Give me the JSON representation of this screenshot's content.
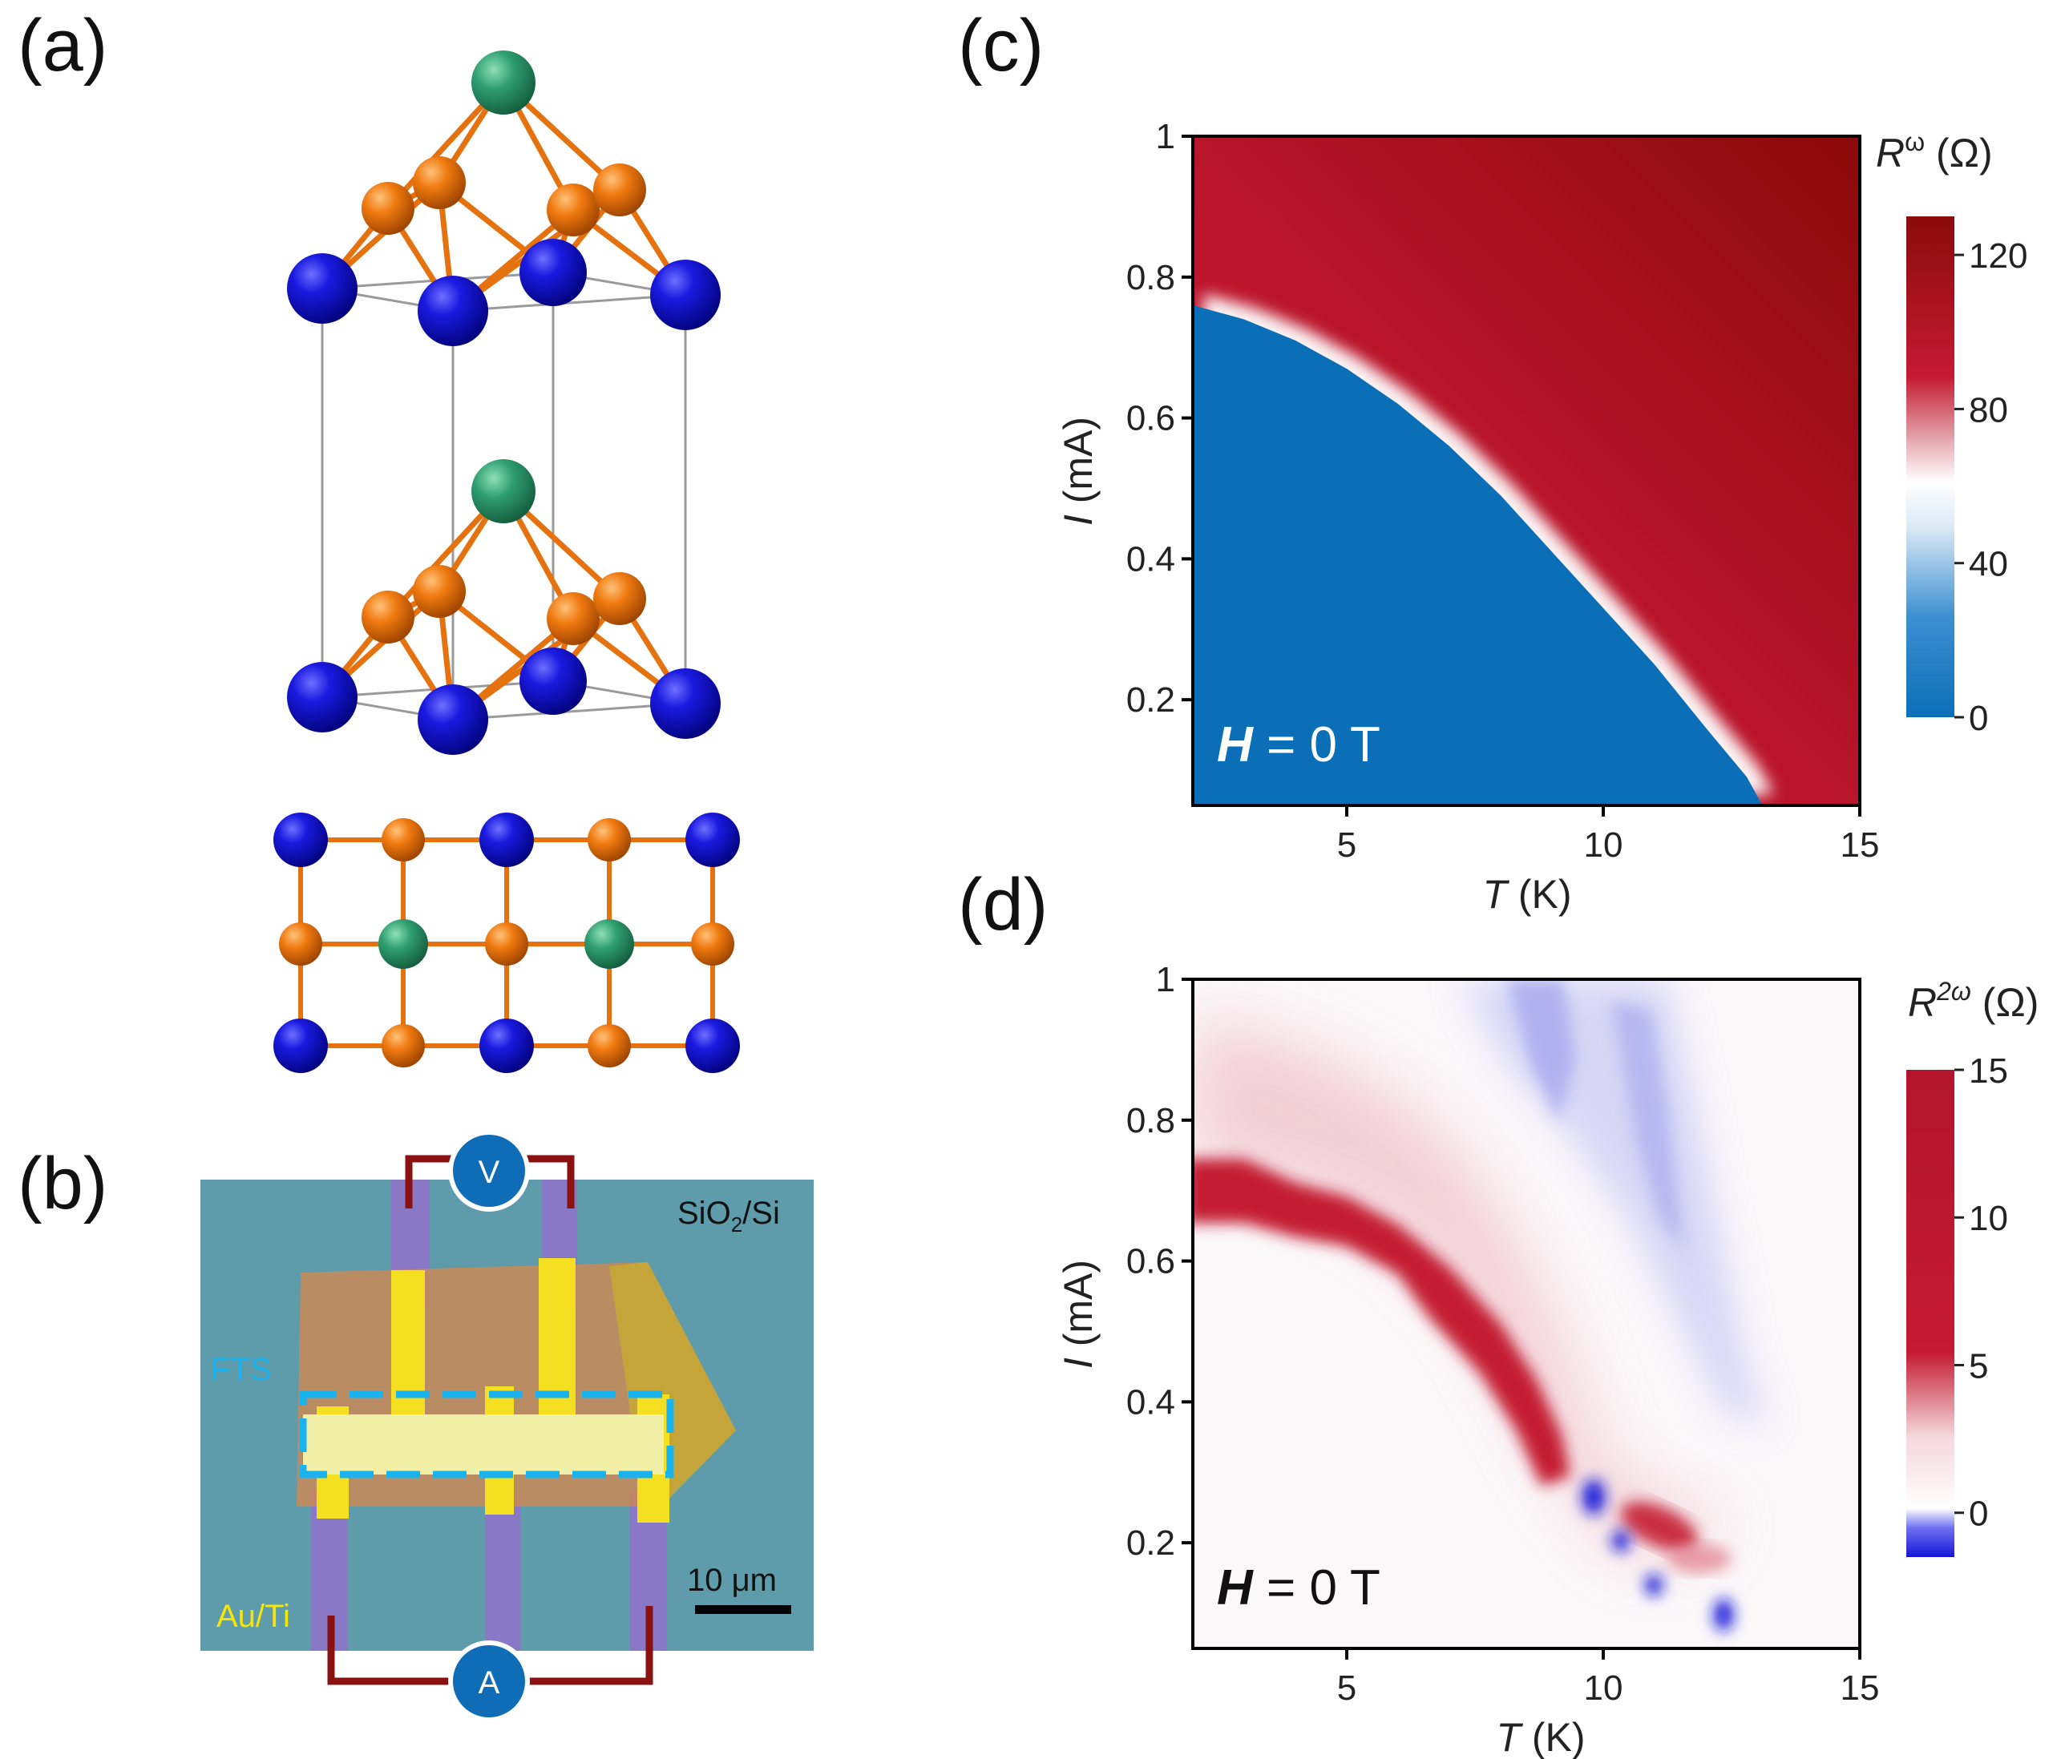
{
  "panels": {
    "a": {
      "label": "(a)"
    },
    "b": {
      "label": "(b)",
      "voltmeter": "V",
      "ammeter": "A",
      "substrate_label": "SiO2/Si",
      "substrate_main": "SiO",
      "substrate_sub": "2",
      "substrate_tail": "/Si",
      "flake_label": "FTS",
      "electrode_label": "Au/Ti",
      "scale_bar": "10 μm",
      "colors": {
        "flake_label": "#19b4f0",
        "electrode_label": "#f7e600",
        "leads": "#8b1111",
        "meter": "#0f6cb6"
      }
    },
    "c": {
      "label": "(c)",
      "xlabel_var": "T",
      "xlabel_unit": " (K)",
      "ylabel_var": "I",
      "ylabel_unit": " (mA)",
      "annotation_var": "H",
      "annotation_rest": " = 0 T",
      "colorbar_var": "R",
      "colorbar_sup": "ω",
      "colorbar_unit": " (Ω)",
      "xticks": [
        "5",
        "10",
        "15"
      ],
      "yticks": [
        "0.2",
        "0.4",
        "0.6",
        "0.8",
        "1"
      ],
      "cbticks": [
        "0",
        "40",
        "80",
        "120"
      ]
    },
    "d": {
      "label": "(d)",
      "xlabel_var": "T",
      "xlabel_unit": " (K)",
      "ylabel_var": "I",
      "ylabel_unit": " (mA)",
      "annotation_var": "H",
      "annotation_rest": " = 0 T",
      "colorbar_var": "R",
      "colorbar_sup": "2ω",
      "colorbar_unit": " (Ω)",
      "xticks": [
        "5",
        "10",
        "15"
      ],
      "yticks": [
        "0.2",
        "0.4",
        "0.6",
        "0.8",
        "1"
      ],
      "cbticks": [
        "0",
        "5",
        "10",
        "15"
      ]
    }
  },
  "chart_data": [
    {
      "type": "heatmap",
      "panel": "c",
      "xlabel": "T (K)",
      "ylabel": "I (mA)",
      "xlim": [
        2,
        15
      ],
      "ylim": [
        0.05,
        1
      ],
      "colorbar_label": "Rω (Ω)",
      "colorbar_range": [
        0,
        130
      ],
      "colormap": [
        "#0b6fb8",
        "#ffffff",
        "#c41a32",
        "#8b0b0b"
      ],
      "boundary_T": [
        2,
        3,
        4,
        5,
        6,
        7,
        8,
        9,
        10,
        11,
        12,
        12.8,
        13.1
      ],
      "boundary_I": [
        0.76,
        0.74,
        0.71,
        0.67,
        0.62,
        0.56,
        0.49,
        0.41,
        0.33,
        0.25,
        0.16,
        0.09,
        0.05
      ]
    },
    {
      "type": "heatmap",
      "panel": "d",
      "xlabel": "T (K)",
      "ylabel": "I (mA)",
      "xlim": [
        2,
        15
      ],
      "ylim": [
        0.05,
        1
      ],
      "colorbar_label": "R2ω (Ω)",
      "colorbar_range": [
        -1.5,
        15
      ],
      "colormap": [
        "#1414d8",
        "#ffffff",
        "#c41a32"
      ],
      "peak_band_T": [
        2,
        3,
        4,
        5,
        6,
        7,
        8,
        8.7,
        9.2
      ],
      "peak_band_I": [
        0.72,
        0.72,
        0.7,
        0.68,
        0.64,
        0.58,
        0.5,
        0.42,
        0.34
      ]
    }
  ]
}
